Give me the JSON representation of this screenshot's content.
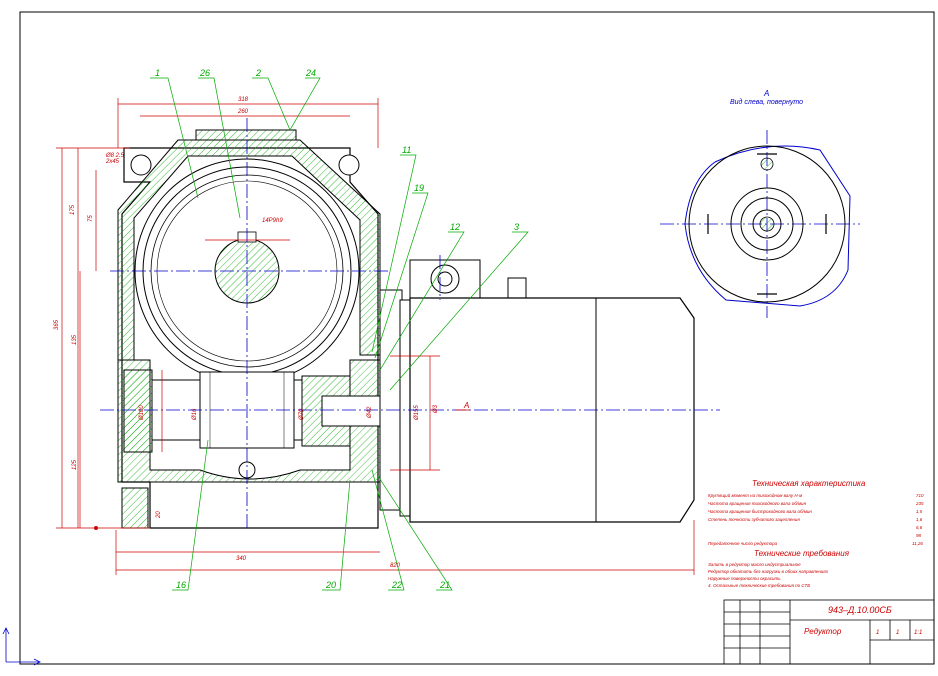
{
  "view": {
    "label": "А",
    "caption": "Вид слева, повернуто"
  },
  "section_marker": "А",
  "part_refs": [
    "1",
    "26",
    "2",
    "24",
    "11",
    "19",
    "12",
    "3",
    "16",
    "20",
    "22",
    "21"
  ],
  "dimensions": {
    "top_overall": "318",
    "top_inner": "260",
    "bottom_overall": "820",
    "bottom_base": "340",
    "height_total": "365",
    "height_upper": "175",
    "height_mid": "135",
    "height_lower": "125",
    "height_upper_b": "75",
    "height_left": "20",
    "chamfer_1": "Ø8 2.5",
    "chamfer_2": "2x45",
    "shaft_key": "14Р9h9",
    "bore_1": "Ø100",
    "bore_2": "Ø70",
    "bore_3": "Ø42",
    "bore_4": "Ø155",
    "bore_5": "Ø3",
    "base_hole": "Ø16"
  },
  "technical_characteristics": {
    "title": "Техническая характеристика",
    "rows": [
      {
        "text": "Крутящий момент на тихоходном валу Н·м",
        "value": "710"
      },
      {
        "text": "Частота вращения тихоходного вала об/мин",
        "value": "235"
      },
      {
        "text": "Частота вращения быстроходного вала об/мин",
        "value": "1,5"
      },
      {
        "text": "Степень точности зубчатого зацепления",
        "value": "1,6"
      },
      {
        "text": "",
        "value": "6,6"
      },
      {
        "text": "",
        "value": "98"
      },
      {
        "text": "Передаточное число редуктора",
        "value": "11,26"
      }
    ]
  },
  "technical_requirements": {
    "title": "Технические требования",
    "lines": [
      "Залить в редуктор масло индустриальное",
      "Редуктор обкатать без нагрузки в обоих направлениях",
      "Наружные поверхности окрасить",
      "4. Остальные технические требования по СТБ"
    ]
  },
  "title_block": {
    "designation": "943–Д.10.00СБ",
    "name": "Редуктор",
    "sheet": "1",
    "sheets": "1",
    "scale": "1:1"
  },
  "colors": {
    "outline": "#000000",
    "dimension": "#cc0000",
    "center_line": "#0000cc",
    "leader": "#00aa00",
    "hatch": "#00aa00",
    "background": "#ffffff"
  }
}
